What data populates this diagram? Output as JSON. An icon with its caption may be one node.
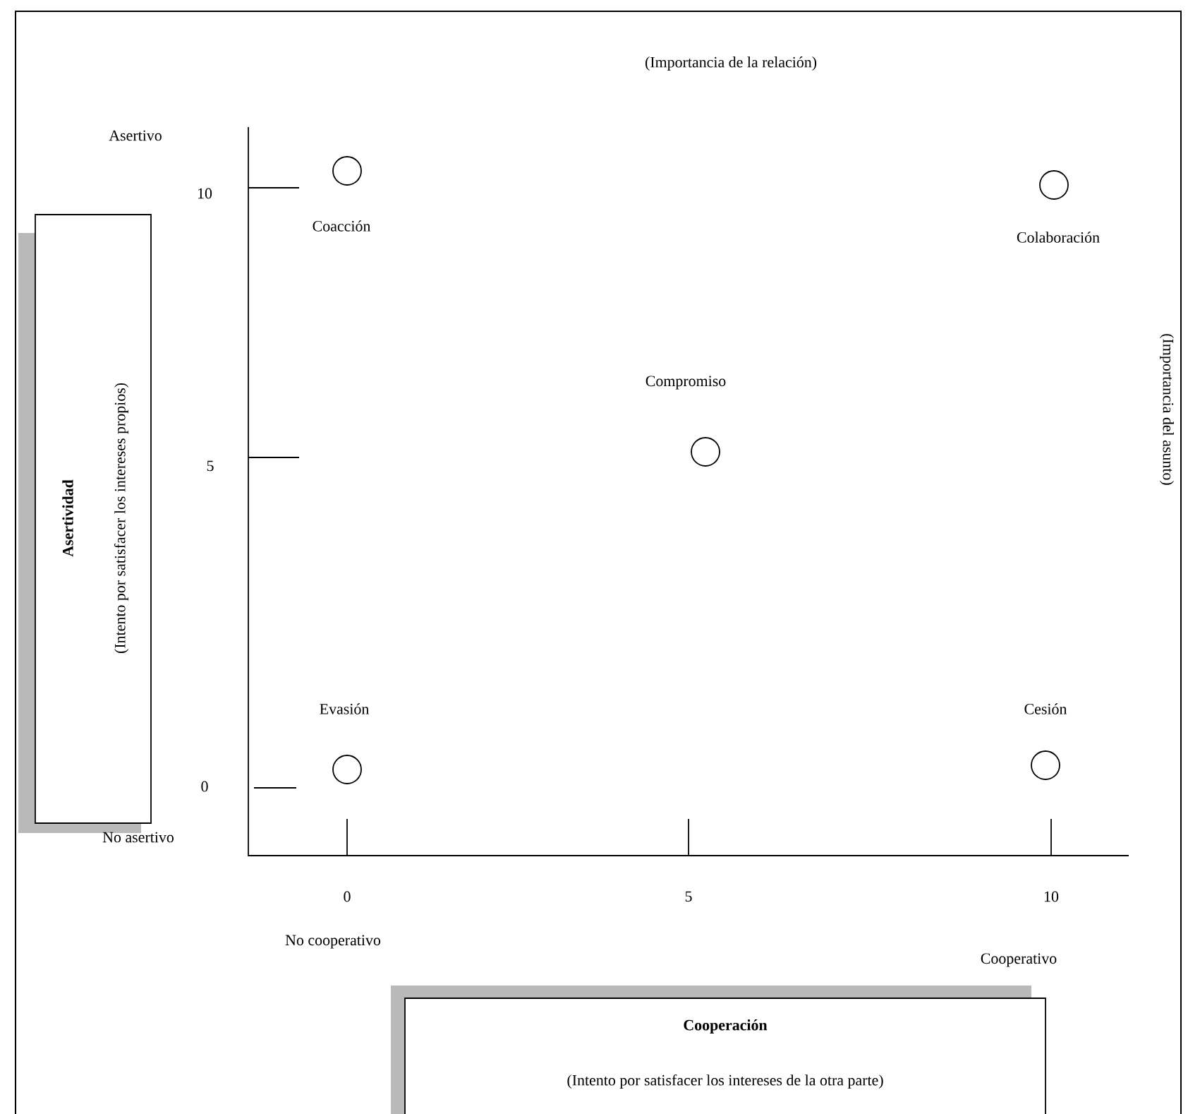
{
  "diagram": {
    "nodes": [
      {
        "text": [],
        "shape": "circle",
        "beside": [
          "Coacción"
        ]
      },
      {
        "text": [],
        "shape": "circle",
        "beside": [
          "Colaboración"
        ]
      },
      {
        "text": [],
        "shape": "circle",
        "beside": [
          "Compromiso"
        ]
      },
      {
        "text": [],
        "shape": "circle",
        "beside": [
          "Evasión"
        ]
      },
      {
        "text": [],
        "shape": "circle",
        "beside": [
          "Cesión"
        ]
      },
      {
        "text": [
          "Asertividad",
          "(Intento por satisfacer los intereses propios)"
        ]
      },
      {
        "text": [
          "Cooperación",
          "(Intento por satisfacer los intereses de la otra parte)"
        ]
      }
    ],
    "labels": [
      "(Importancia de la relación)",
      "Asertivo",
      "10",
      "(Importancia del asunto)",
      "5",
      "0",
      "No asertivo",
      "0",
      "5",
      "10",
      "No cooperativo",
      "Cooperativo"
    ]
  }
}
